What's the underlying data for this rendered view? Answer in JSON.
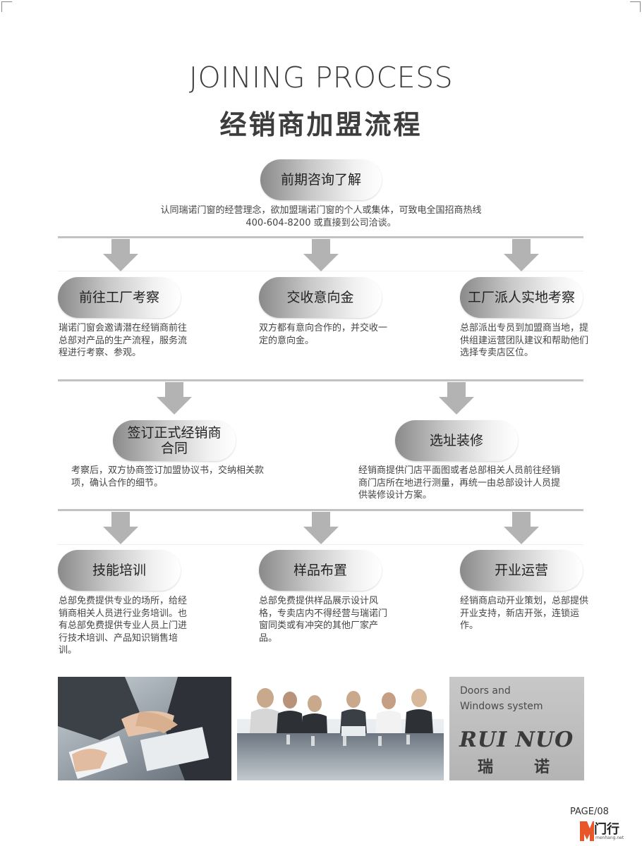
{
  "header": {
    "title_en": "JOINING PROCESS",
    "title_cn": "经销商加盟流程"
  },
  "steps": {
    "consult": {
      "title": "前期咨询了解",
      "desc_line1": "认同瑞诺门窗的经营理念，欲加盟瑞诺门窗的个人或集体，可致电全国招商热线",
      "desc_line2": "400-604-8200 或直接到公司洽谈。"
    },
    "visit_factory": {
      "title": "前往工厂考察",
      "desc": "瑞诺门窗会邀请潜在经销商前往总部对产品的生产流程，服务流程进行考察、参观。"
    },
    "deposit": {
      "title": "交收意向金",
      "desc": "双方都有意向合作的，并交收一定的意向金。"
    },
    "site_inspection": {
      "title": "工厂派人实地考察",
      "desc": "总部派出专员到加盟商当地，提供组建运营团队建议和帮助他们选择专卖店区位。"
    },
    "sign_contract": {
      "title_line1": "签订正式经销商",
      "title_line2": "合同",
      "desc": "考察后，双方协商签订加盟协议书，交纳相关款项，确认合作的细节。"
    },
    "decoration": {
      "title": "选址装修",
      "desc": "经销商提供门店平面图或者总部相关人员前往经销商门店所在地进行测量，再统一由总部设计人员提供装修设计方案。"
    },
    "training": {
      "title": "技能培训",
      "desc": "总部免费提供专业的场所，给经销商相关人员进行业务培训。也有总部免费提供专业人员上门进行技术培训、产品知识销售培训。"
    },
    "samples": {
      "title": "样品布置",
      "desc": "总部免费提供样品展示设计风格，专卖店内不得经营与瑞诺门窗同类或有冲突的其他厂家产品。"
    },
    "opening": {
      "title": "开业运营",
      "desc": "经销商启动开业策划，总部提供开业支持，新店开张，连锁运作。"
    }
  },
  "brand": {
    "line1": "Doors and",
    "line2": "Windows system",
    "name": "RUI NUO",
    "cn_char1": "瑞",
    "cn_char2": "诺"
  },
  "footer": {
    "page": "PAGE/08",
    "logo_cn": "门行",
    "logo_en": "menhang.net"
  },
  "colors": {
    "arrow": "#b3b3b3",
    "divider": "#c2c2c2",
    "pill_dark": "#8a8a8a",
    "text": "#3a3a3a",
    "logo_orange": "#e8562a"
  },
  "icons": {
    "arrow": "down-arrow-icon",
    "footer_logo": "menhang-logo-icon"
  }
}
